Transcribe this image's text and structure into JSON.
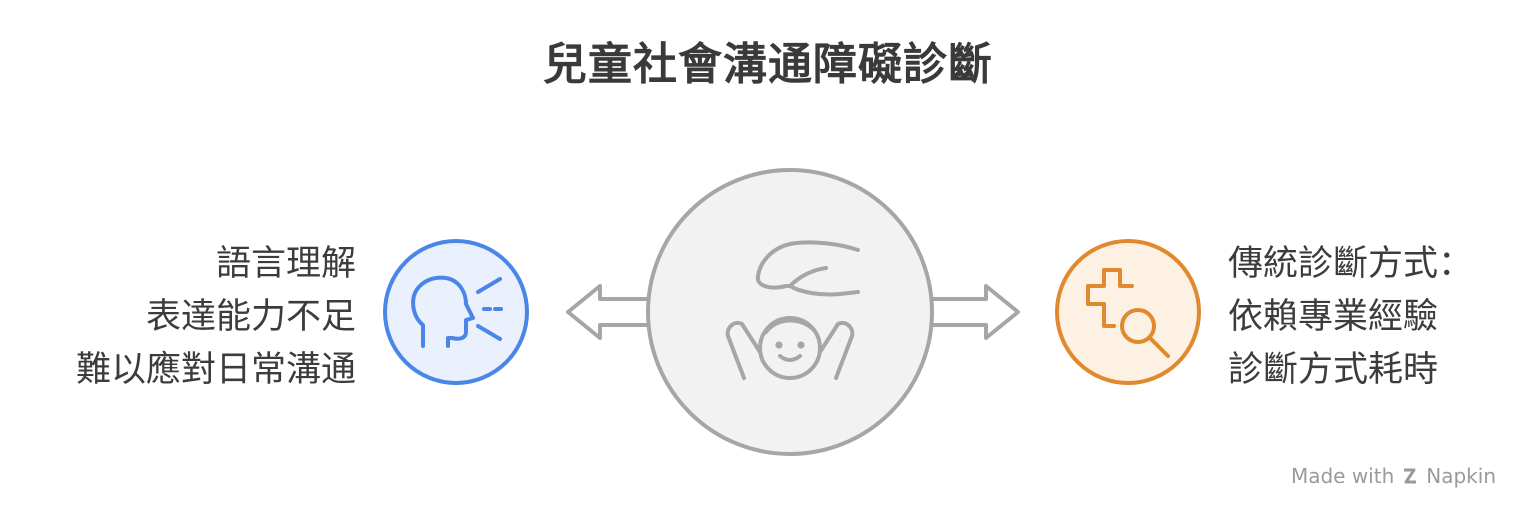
{
  "title": "兒童社會溝通障礙診斷",
  "left": {
    "lines": [
      "語言理解",
      "表達能力不足",
      "難以應對日常溝通"
    ],
    "icon": "head-speaking-icon",
    "color": "#4a86e8",
    "fill": "#eaf1fd"
  },
  "center": {
    "icon": "child-hand-icon",
    "color": "#a6a6a6",
    "fill": "#f2f2f2"
  },
  "right": {
    "lines": [
      "傳統診斷方式：",
      "依賴專業經驗",
      "診斷方式耗時"
    ],
    "icon": "medical-search-icon",
    "color": "#e0892e",
    "fill": "#fdf1e4"
  },
  "footer": {
    "made_with": "Made with",
    "brand": "Napkin"
  }
}
